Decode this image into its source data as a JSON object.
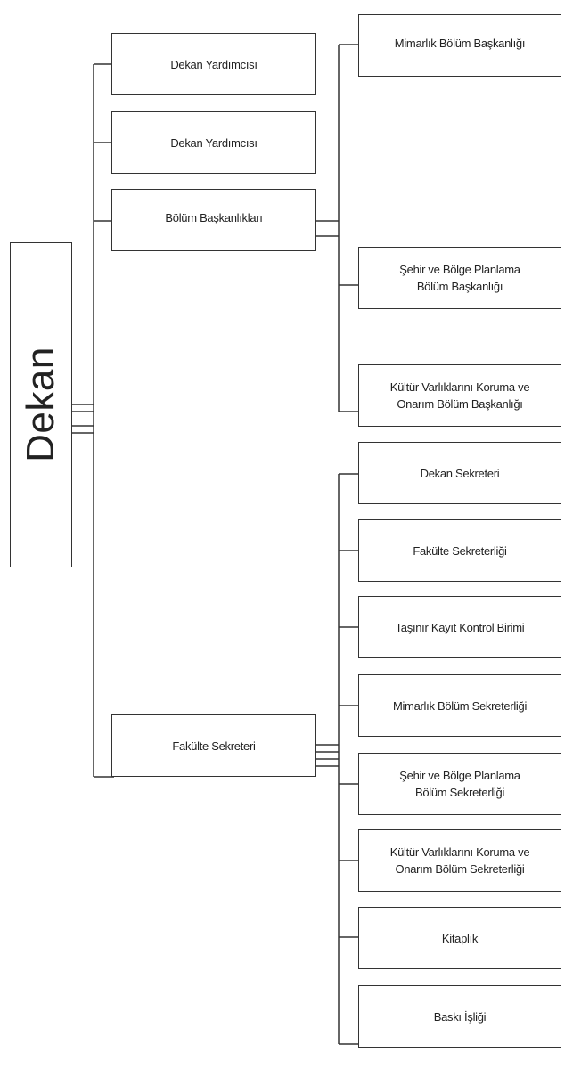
{
  "root": {
    "label": "Dekan"
  },
  "level1": {
    "dekan_yardimcisi_1": "Dekan Yardımcısı",
    "dekan_yardimcisi_2": "Dekan Yardımcısı",
    "bolum_baskanliklari": "Bölüm Başkanlıkları",
    "fakulte_sekreteri": "Fakülte Sekreteri"
  },
  "bolum_baskanliklari_children": [
    "Mimarlık Bölüm Başkanlığı",
    "Şehir ve Bölge Planlama\nBölüm Başkanlığı",
    "Kültür Varlıklarını Koruma ve\nOnarım Bölüm Başkanlığı"
  ],
  "fakulte_sekreteri_children": [
    "Dekan Sekreteri",
    "Fakülte Sekreterliği",
    "Taşınır Kayıt Kontrol Birimi",
    "Mimarlık Bölüm Sekreterliği",
    "Şehir ve Bölge Planlama\nBölüm Sekreterliği",
    "Kültür Varlıklarını Koruma ve\nOnarım Bölüm Sekreterliği",
    "Kitaplık",
    "Baskı İşliği"
  ]
}
